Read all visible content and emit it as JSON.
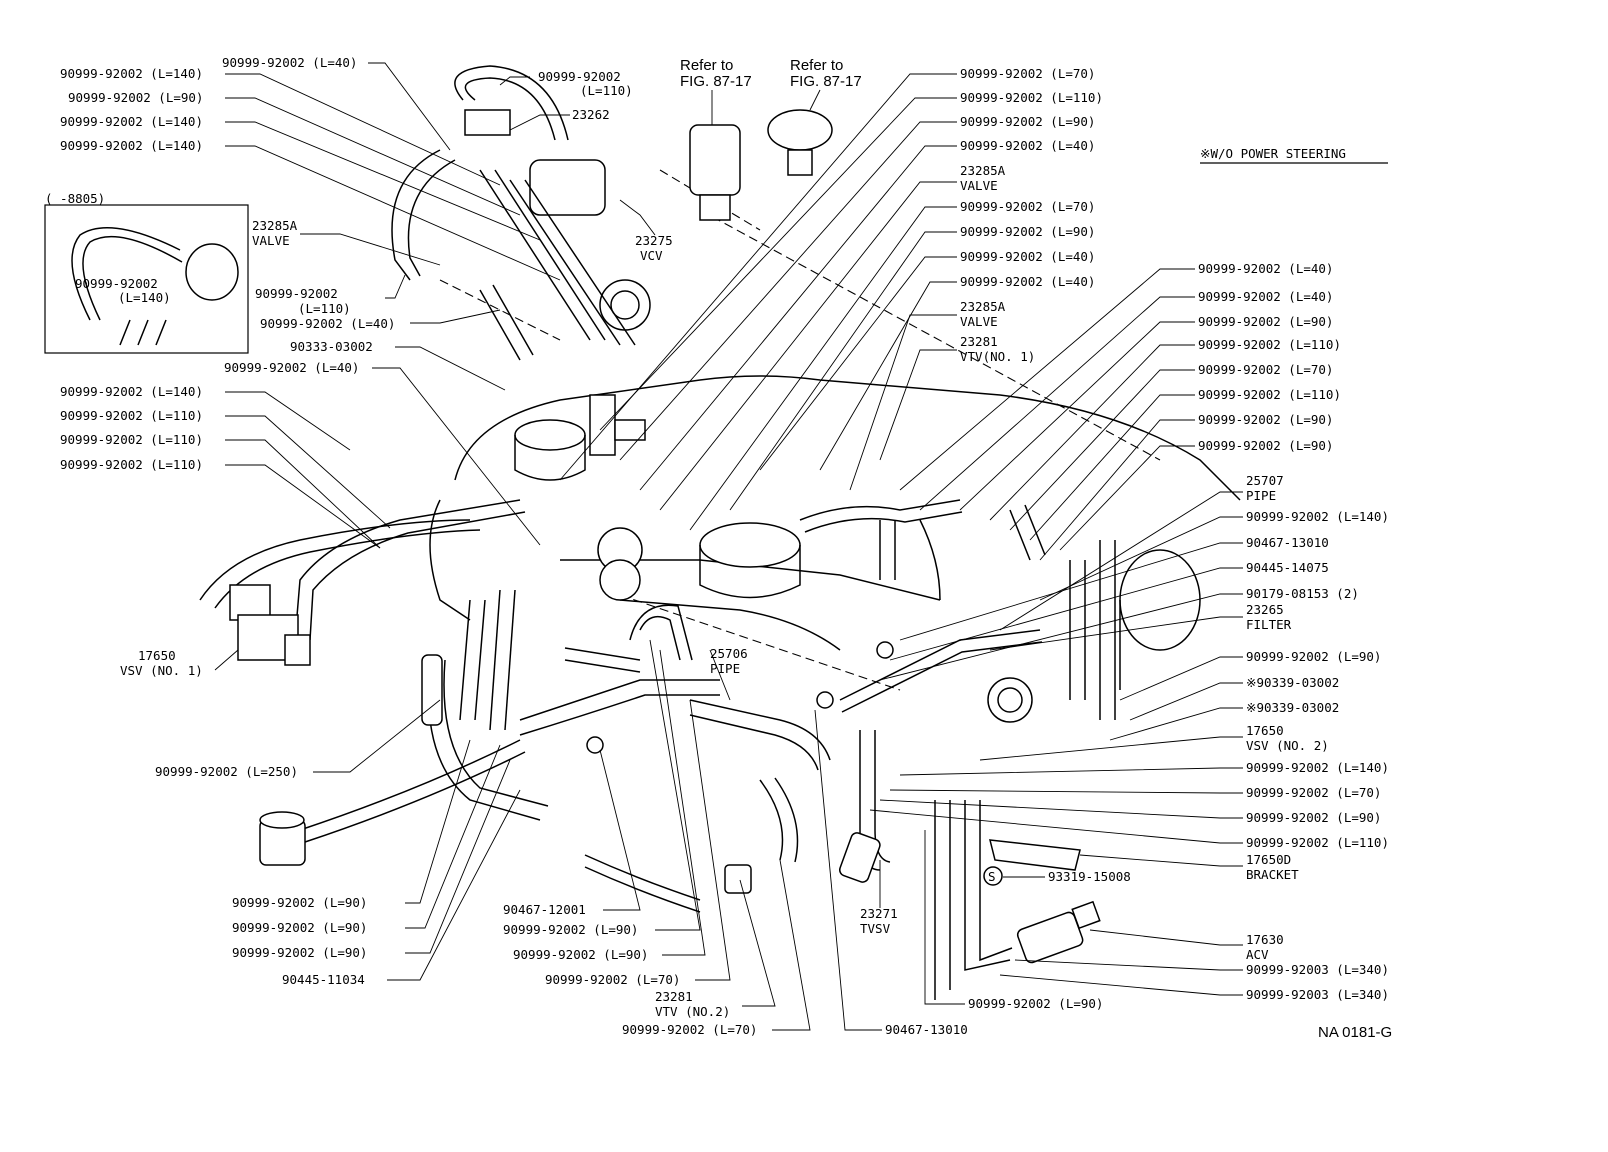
{
  "diagram": {
    "note": "※W/O POWER STEERING",
    "code": "NA 0181-G",
    "inset_label": "(      -8805)",
    "refer_left": [
      "Refer to",
      "FIG. 87-17"
    ],
    "refer_right": [
      "Refer to",
      "FIG. 87-17"
    ],
    "screw_symbol": "S",
    "labels_left": [
      "90999-92002 (L=40)",
      "90999-92002 (L=140)",
      "90999-92002 (L=90)",
      "90999-92002 (L=140)",
      "90999-92002 (L=140)",
      "23285A",
      "VALVE",
      "90999-92002",
      "(L=110)",
      "90999-92002 (L=40)",
      "90333-03002",
      "90999-92002 (L=40)",
      "90999-92002 (L=140)",
      "90999-92002 (L=110)",
      "90999-92002 (L=110)",
      "90999-92002 (L=110)",
      "17650",
      "VSV (NO. 1)",
      "90999-92002 (L=250)",
      "90999-92002 (L=90)",
      "90999-92002 (L=90)",
      "90999-92002 (L=90)",
      "90445-11034"
    ],
    "labels_top": [
      "90999-92002",
      "(L=110)",
      "23262",
      "23275",
      "VCV"
    ],
    "inset_labels": [
      "90999-92002",
      "(L=140)"
    ],
    "labels_center": [
      "90999-92002 (L=70)",
      "90999-92002 (L=110)",
      "90999-92002 (L=90)",
      "90999-92002 (L=40)",
      "23285A",
      "VALVE",
      "90999-92002 (L=70)",
      "90999-92002 (L=90)",
      "90999-92002 (L=40)",
      "90999-92002 (L=40)",
      "23285A",
      "VALVE",
      "23281",
      "VTV(NO. 1)"
    ],
    "labels_right": [
      "90999-92002 (L=40)",
      "90999-92002 (L=40)",
      "90999-92002 (L=90)",
      "90999-92002 (L=110)",
      "90999-92002 (L=70)",
      "90999-92002 (L=110)",
      "90999-92002 (L=90)",
      "90999-92002 (L=90)",
      "25707",
      "PIPE",
      "90999-92002 (L=140)",
      "90467-13010",
      "90445-14075",
      "90179-08153 (2)",
      "23265",
      "FILTER",
      "90999-92002 (L=90)",
      "※90339-03002",
      "※90339-03002",
      "17650",
      "VSV (NO. 2)",
      "90999-92002 (L=140)",
      "90999-92002 (L=70)",
      "90999-92002 (L=90)",
      "90999-92002 (L=110)",
      "17650D",
      "BRACKET",
      "93319-15008",
      "17630",
      "ACV",
      "90999-92003 (L=340)",
      "90999-92003 (L=340)"
    ],
    "labels_bottom": [
      "25706",
      "PIPE",
      "90467-12001",
      "90999-92002 (L=90)",
      "90999-92002 (L=90)",
      "90999-92002 (L=70)",
      "23281",
      "VTV (NO.2)",
      "90999-92002 (L=70)",
      "90467-13010",
      "90999-92002 (L=90)",
      "23271",
      "TVSV"
    ]
  }
}
